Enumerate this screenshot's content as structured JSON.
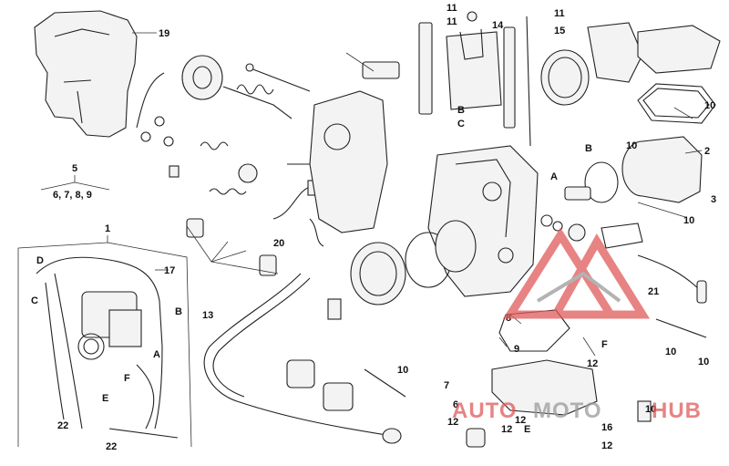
{
  "callouts": {
    "c11a": "11",
    "c11b": "11",
    "c11c": "11",
    "c14": "14",
    "c15": "15",
    "c19": "19",
    "c5": "5",
    "c6789": "6, 7, 8, 9",
    "c1": "1",
    "c17": "17",
    "cD": "D",
    "cC_left": "C",
    "cB_left": "B",
    "cA_left": "A",
    "cF_left": "F",
    "cE_left": "E",
    "c22a": "22",
    "c22b": "22",
    "c13": "13",
    "c20": "20",
    "cB_mid": "B",
    "cC_mid": "C",
    "cB_right": "B",
    "cA_right": "A",
    "c10a": "10",
    "c10b": "10",
    "c10c": "10",
    "c10d": "10",
    "c10e": "10",
    "c10f": "10",
    "c10g": "10",
    "c2": "2",
    "c3": "3",
    "c21": "21",
    "c8": "8",
    "c9": "9",
    "c7": "7",
    "c6": "6",
    "c12a": "12",
    "c12b": "12",
    "c12c": "12",
    "c12d": "12",
    "c12e": "12",
    "c16": "16",
    "cE_bot": "E",
    "cF_bot": "F"
  },
  "watermark": {
    "part1": "AUTO",
    "part2": "MOTO",
    "part3": "HUB",
    "color_red": "#e05a5a",
    "color_gray": "#9a9a9a"
  }
}
